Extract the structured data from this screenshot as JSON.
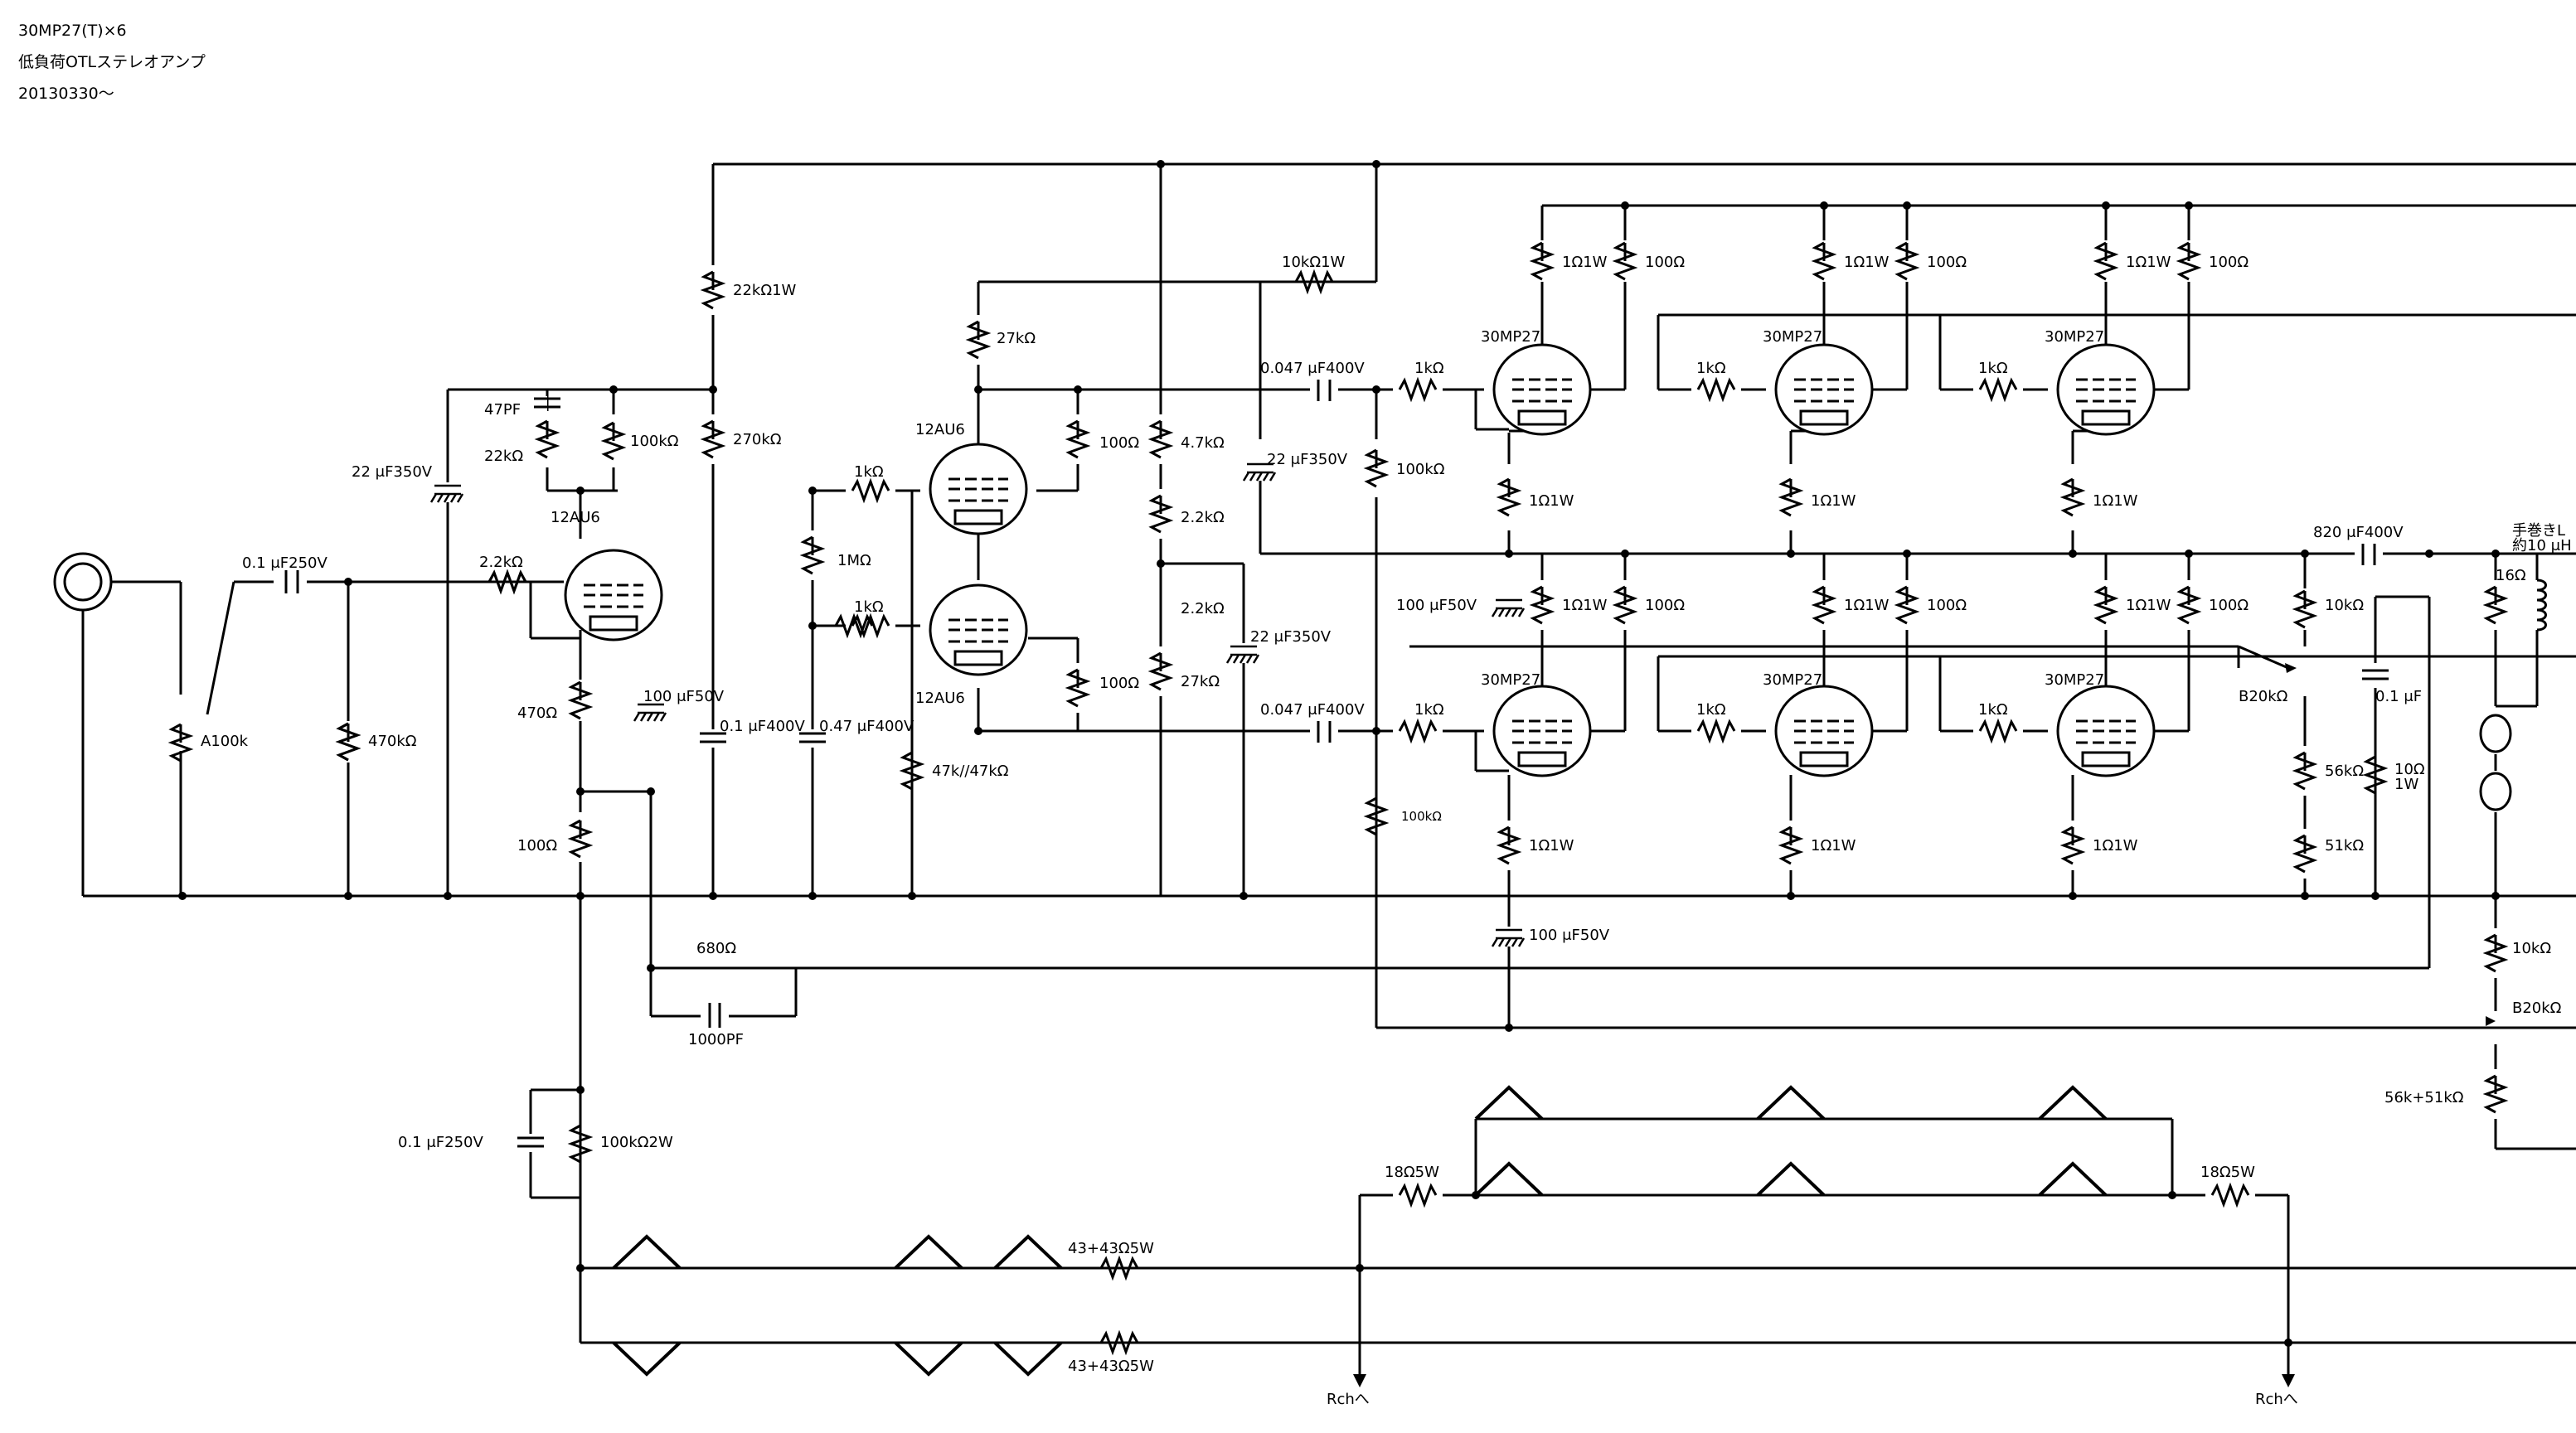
{
  "header": {
    "line1": "30MP27(T)×6",
    "line2": "低負荷OTLステレオアンプ",
    "line3": "20130330〜"
  },
  "labels": {
    "c_in": "0.1 μF250V",
    "vr_in": "A100k",
    "r_gl": "470kΩ",
    "r_g1": "2.2kΩ",
    "c_dec1": "22 μF350V",
    "c_fb": "47PF",
    "r_fb": "22kΩ",
    "r_l1": "100kΩ",
    "tube1": "12AU6",
    "r_k1": "470Ω",
    "r_k2": "100Ω",
    "c_k1": "100 μF50V",
    "r_dr": "22kΩ1W",
    "r_270": "270kΩ",
    "c_01": "0.1 μF400V",
    "c_047": "0.47 μF400V",
    "r_1m": "1MΩ",
    "r_1k_a": "1kΩ",
    "r_1k_b": "1kΩ",
    "tube2": "12AU6",
    "tube3": "12AU6",
    "r_27k": "27kΩ",
    "r_100a": "100Ω",
    "r_100b": "100Ω",
    "r_4k7": "4.7kΩ",
    "r_2k2a": "2.2kΩ",
    "r_2k2b": "2.2kΩ",
    "r_27k2": "27kΩ",
    "c_22b": "22 μF350V",
    "c_22c": "22 μF350V",
    "r_47k": "47k//47kΩ",
    "r_10k1w": "10kΩ1W",
    "c_047a": "0.047 μF400V",
    "c_047b": "0.047 μF400V",
    "r_100k_u": "100kΩ",
    "r_100k_l": "100kΩ",
    "c_100_u": "100 μF50V",
    "c_100_l": "100 μF50V",
    "pt_tube": "30MP27",
    "r_1k_grid": "1kΩ",
    "r_1o1w": "1Ω1W",
    "r_100o": "100Ω",
    "c_out": "820 μF400V",
    "coil_top": "手巻きL",
    "coil_val": "約10 μH",
    "r_16": "16Ω",
    "r_10k_a": "10kΩ",
    "vr_b20k_a": "B20kΩ",
    "c_01uf": "0.1 μF",
    "r_56k": "56kΩ",
    "r_51k": "51kΩ",
    "r_10o1w_a": "10Ω",
    "r_10o1w_b": "1W",
    "r_10k_b": "10kΩ",
    "vr_b20k_b": "B20kΩ",
    "r_56k51k": "56k+51kΩ",
    "r_680": "680Ω",
    "c_1000": "1000PF",
    "c_psu": "0.1 μF250V",
    "r_psu": "100kΩ2W",
    "r_18a": "18Ω5W",
    "r_18b": "18Ω5W",
    "r_43a": "43+43Ω5W",
    "r_43b": "43+43Ω5W",
    "rch_a": "Rchへ",
    "rch_b": "Rchへ"
  }
}
